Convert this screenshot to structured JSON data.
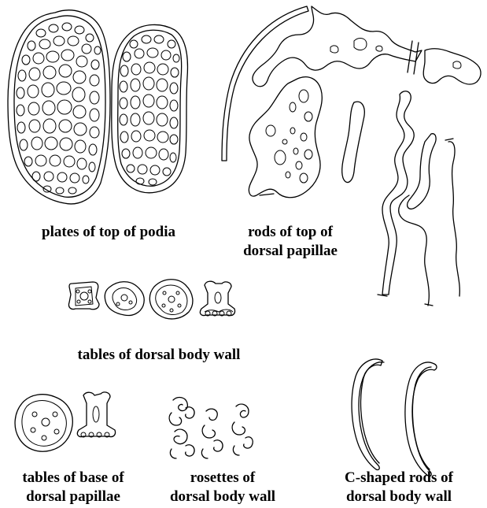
{
  "labels": {
    "podia_plates": "plates of top of podia",
    "papillae_rods_line1": "rods of top of",
    "papillae_rods_line2": "dorsal papillae",
    "dorsal_tables": "tables of dorsal body wall",
    "base_tables_line1": "tables of base of",
    "base_tables_line2": "dorsal papillae",
    "rosettes_line1": "rosettes of",
    "rosettes_line2": "dorsal body wall",
    "c_rods_line1": "C-shaped rods of",
    "c_rods_line2": "dorsal body wall"
  }
}
